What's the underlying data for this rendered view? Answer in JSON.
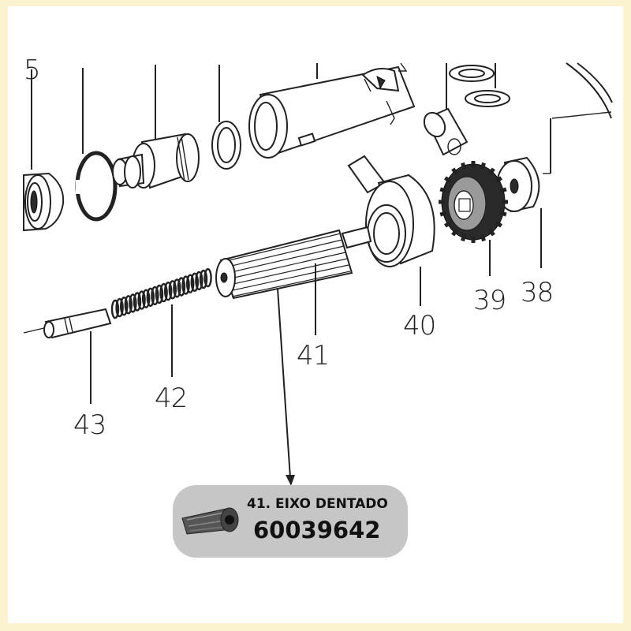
{
  "part_labels": {
    "p5": "5",
    "p38": "38",
    "p39": "39",
    "p40": "40",
    "p41": "41",
    "p42": "42",
    "p43": "43"
  },
  "callout": {
    "title": "41. EIXO DENTADO",
    "code": "60039642"
  },
  "colors": {
    "page_border": "#fbf3cf",
    "background": "#ffffff",
    "callout_bg": "#c6c6c6",
    "ink": "#222222"
  }
}
